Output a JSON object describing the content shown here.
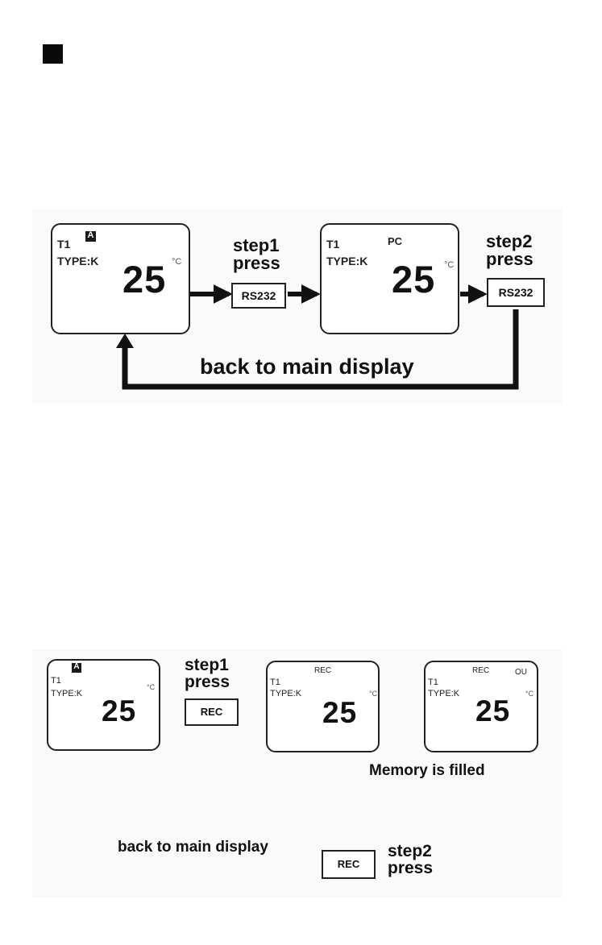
{
  "diagram1": {
    "display_a": {
      "channel": "T1",
      "type": "TYPE:K",
      "flag": "A",
      "value": "25",
      "unit": "°C"
    },
    "step1": {
      "step": "step1",
      "press": "press",
      "key": "RS232"
    },
    "display_b": {
      "channel": "T1",
      "type": "TYPE:K",
      "indicator": "PC",
      "value": "25",
      "unit": "°C"
    },
    "step2": {
      "step": "step2",
      "press": "press",
      "key": "RS232"
    },
    "return_label": "back to main display"
  },
  "diagram2": {
    "display_a": {
      "channel": "T1",
      "type": "TYPE:K",
      "flag": "A",
      "value": "25",
      "unit": "°C"
    },
    "step1": {
      "step": "step1",
      "press": "press",
      "key": "REC"
    },
    "display_b": {
      "channel": "T1",
      "type": "TYPE:K",
      "indicator": "REC",
      "value": "25",
      "unit": "°C"
    },
    "display_c": {
      "channel": "T1",
      "type": "TYPE:K",
      "indicator": "REC",
      "indicator2": "OU",
      "value": "25",
      "unit": "°C"
    },
    "memory_label": "Memory is filled",
    "step2": {
      "step": "step2",
      "press": "press",
      "key": "REC"
    },
    "return_label": "back to main display"
  }
}
